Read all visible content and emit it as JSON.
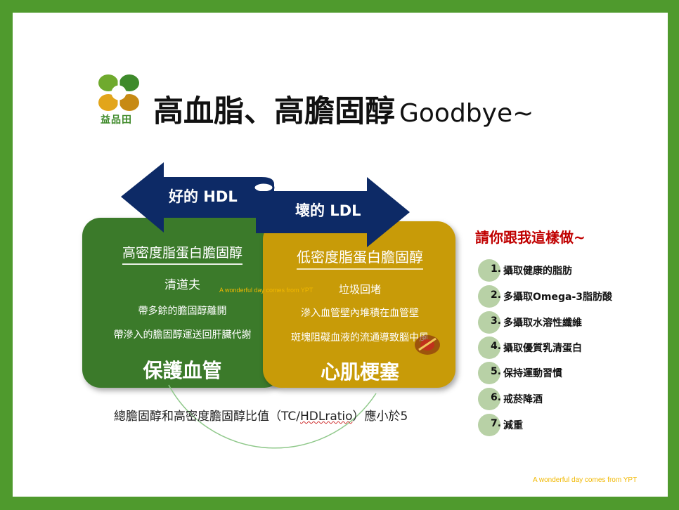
{
  "logo": {
    "text": "益品田"
  },
  "title": {
    "main": "高血脂、高膽固醇",
    "en": "Goodbye~"
  },
  "arrows": {
    "hdl": "好的 HDL",
    "ldl": "壞的  LDL"
  },
  "hdl_box": {
    "title": "高密度脂蛋白膽固醇",
    "lines": [
      "清道夫",
      "帶多餘的膽固醇離開",
      "帶滲入的膽固醇運送回肝臟代謝"
    ],
    "big": "保護血管"
  },
  "ldl_box": {
    "title": "低密度脂蛋白膽固醇",
    "lines": [
      "垃圾回堵",
      "滲入血管壁內堆積在血管壁",
      "斑塊阻礙血液的流通導致腦中風"
    ],
    "big": "心肌梗塞"
  },
  "watermark": "A wonderful day comes from YPT",
  "ratio_text": {
    "before": "總膽固醇和高密度膽固醇比值（TC/",
    "underlined": "HDLratio",
    "after": "）應小於5"
  },
  "actions": {
    "title": "請你跟我這樣做~",
    "items": [
      {
        "num": "1.",
        "text": "攝取健康的脂肪"
      },
      {
        "num": "2.",
        "text": "多攝取Omega-3脂肪酸"
      },
      {
        "num": "3.",
        "text": "多攝取水溶性纖維"
      },
      {
        "num": "4.",
        "text": "攝取優質乳清蛋白"
      },
      {
        "num": "5.",
        "text": "保持運動習慣"
      },
      {
        "num": "6.",
        "text": "戒菸降酒"
      },
      {
        "num": "7.",
        "text": "減重"
      }
    ]
  },
  "footer_watermark": "A wonderful day comes from YPT",
  "colors": {
    "frame": "#4f9a2d",
    "arrow": "#0d2a66",
    "hdl_box": "#3b7a2a",
    "ldl_box": "#c89b08",
    "accent_red": "#c00000",
    "step_circle": "#b8d1a6"
  }
}
